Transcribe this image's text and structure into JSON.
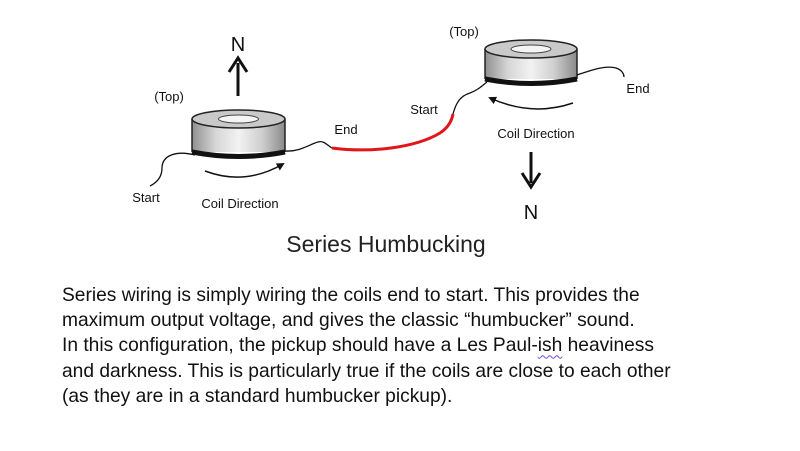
{
  "diagram": {
    "left_coil": {
      "top_label": "(Top)",
      "north_label": "N",
      "start_label": "Start",
      "end_label": "End",
      "direction_label": "Coil Direction"
    },
    "right_coil": {
      "top_label": "(Top)",
      "north_label": "N",
      "start_label": "Start",
      "end_label": "End",
      "direction_label": "Coil Direction"
    },
    "connector_color": "#e0161b",
    "title": "Series Humbucking"
  },
  "description": {
    "lines": [
      "Series wiring is simply wiring the coils end to start.  This provides the",
      "maximum output voltage, and gives the classic “humbucker” sound.",
      {
        "before": "In this configuration, the pickup should have a Les Paul-",
        "underlined": "ish",
        "after": " heaviness"
      },
      "and darkness.  This is particularly true if the coils are close to each other",
      "(as they are in a standard humbucker pickup)."
    ]
  }
}
